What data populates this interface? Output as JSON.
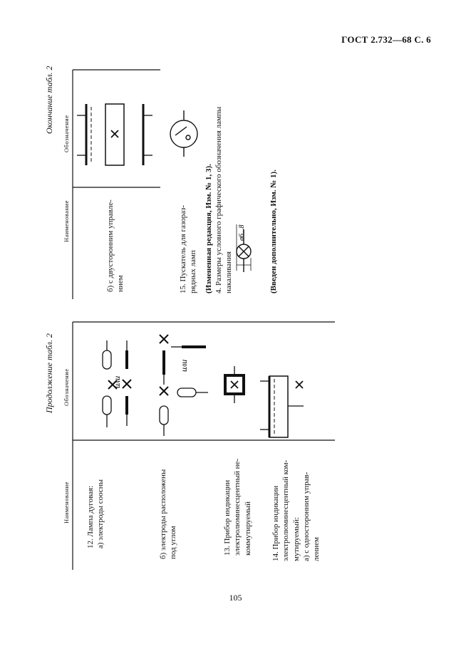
{
  "header": {
    "text": "ГОСТ 2.732—68 С. 6"
  },
  "page_number": "105",
  "left_table": {
    "caption": "Продолжение табл. 2",
    "col_name": "Наименование",
    "col_symbol": "Обозначение",
    "rows": [
      {
        "lines": [
          "12. Лампа дуговая:",
          "а) электроды соосны"
        ]
      },
      {
        "lines": [
          "б) электроды расположены",
          "под углом"
        ]
      },
      {
        "lines": [
          "13. Прибор индикации",
          "электролюминесцентный не-",
          "коммутируемый"
        ]
      },
      {
        "lines": [
          "14. Прибор индикации",
          "электролюминесцентный ком-",
          "мутируемый:",
          "а) с односторонним управ-",
          "лением"
        ]
      }
    ],
    "or_label": "или"
  },
  "right_table": {
    "caption": "Окончание табл. 2",
    "col_name": "Наименование",
    "col_symbol": "Обозначение",
    "rows": [
      {
        "lines": [
          "б) с двусторонним управле-",
          "нием"
        ]
      },
      {
        "lines": [
          "15. Пускатель для газораз-",
          "рядных ламп"
        ]
      }
    ]
  },
  "notes": {
    "change1": "(Измененная редакция, Изм. № 1, 3).",
    "item4_line1": "4. Размеры условного графического обозначения лампы",
    "item4_line2": "накаливания",
    "dimension": "ø6...8",
    "change2": "(Введен дополнительно, Изм. № 1)."
  }
}
